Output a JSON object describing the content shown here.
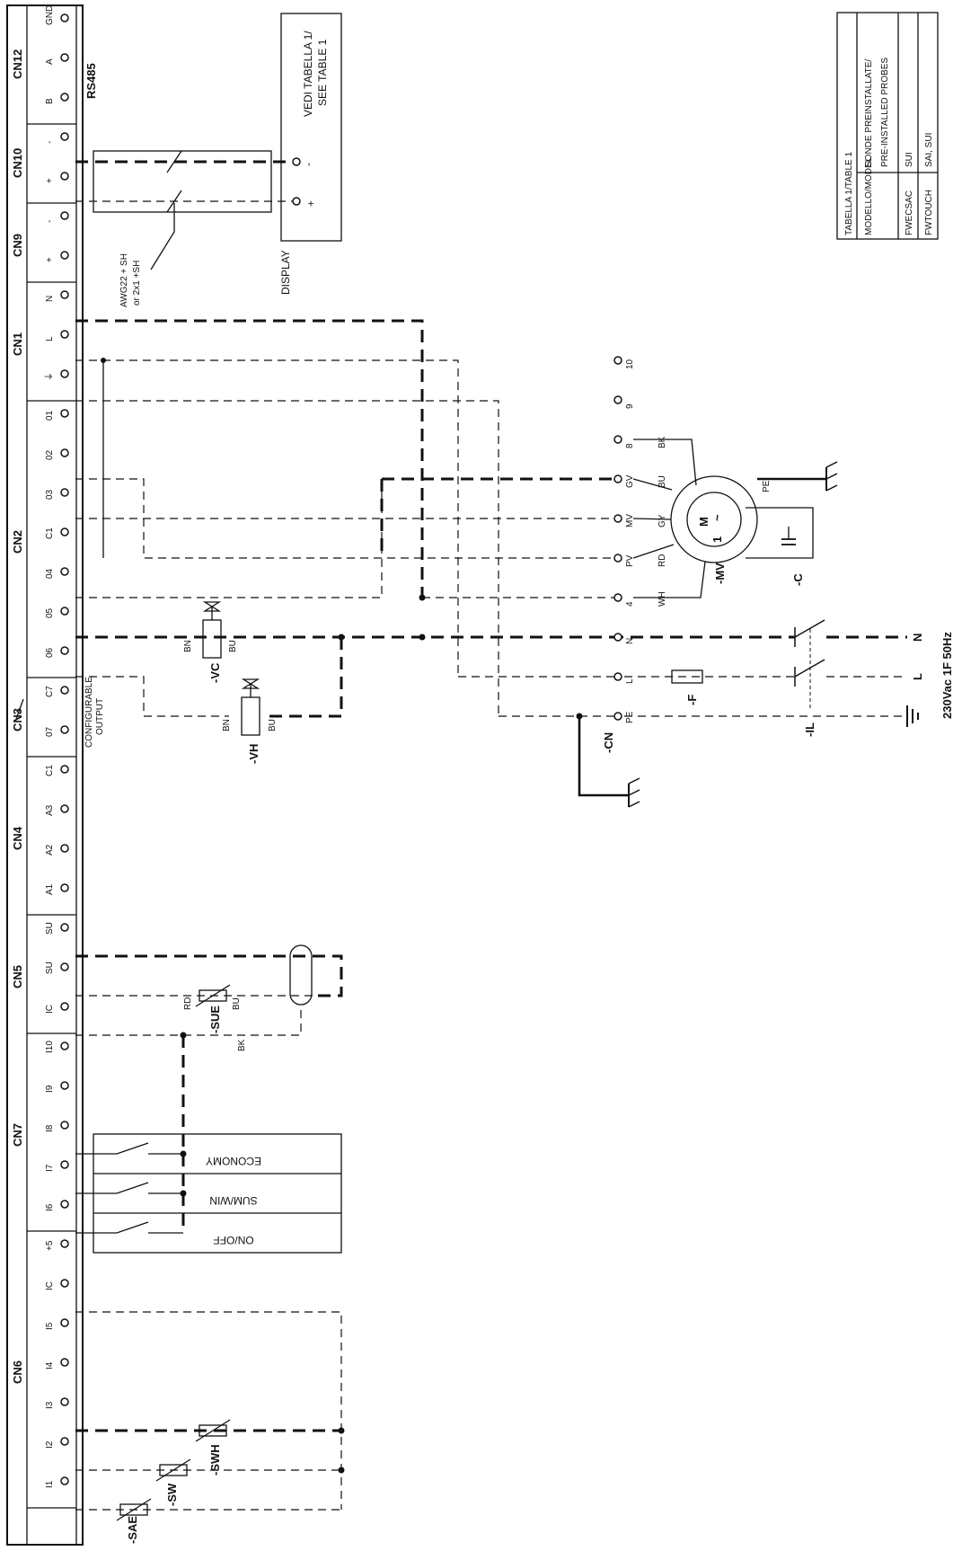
{
  "connectors": [
    {
      "id": "CN12",
      "pins": [
        "GND",
        "A",
        "B"
      ]
    },
    {
      "id": "CN10",
      "pins": [
        "-",
        "+"
      ]
    },
    {
      "id": "CN9",
      "pins": [
        "-",
        "+"
      ]
    },
    {
      "id": "CN1",
      "pins": [
        "N",
        "L",
        "⏚"
      ]
    },
    {
      "id": "CN2",
      "pins": [
        "01",
        "02",
        "03",
        "C1",
        "04",
        "05",
        "06"
      ]
    },
    {
      "id": "CN3",
      "pins": [
        "C7",
        "07"
      ]
    },
    {
      "id": "CN4",
      "pins": [
        "C1",
        "A3",
        "A2",
        "A1"
      ]
    },
    {
      "id": "CN5",
      "pins": [
        "SU",
        "SU",
        "IC"
      ]
    },
    {
      "id": "CN7",
      "pins": [
        "I10",
        "I9",
        "I8",
        "I7",
        "I6"
      ]
    },
    {
      "id": "CN6",
      "pins": [
        "+5",
        "IC",
        "I5",
        "I4",
        "I3",
        "I2",
        "I1"
      ]
    }
  ],
  "labels": {
    "rs485": "RS485",
    "vedi_line1": "VEDI TABELLA 1/",
    "vedi_line2": "SEE TABLE 1",
    "display": "DISPLAY",
    "awg_line1": "AWG22 + SH",
    "awg_line2": "or 2x1 +SH",
    "configurable_line1": "CONFIGURABLE",
    "configurable_line2": "OUTPUT",
    "supply": "230Vac 1F 50Hz",
    "economy": "ECONOMY",
    "sumwin": "SUM/WIN",
    "onoff": "ON/OFF",
    "motor_m": "M",
    "motor_1": "1",
    "motor_tilde": "~",
    "comp_mv": "-MV",
    "comp_c": "-C",
    "comp_cn": "-CN",
    "comp_f": "-F",
    "comp_il": "-IL",
    "comp_vc": "-VC",
    "comp_vh": "-VH",
    "comp_sue": "-SUE",
    "comp_sae": "-SAE",
    "comp_sw": "-SW",
    "comp_swh": "-SWH",
    "pe": "PE",
    "bn": "BN",
    "bu": "BU",
    "rd": "RD",
    "bk": "BK"
  },
  "motor_terminals": [
    {
      "num": "10",
      "code": "",
      "color": ""
    },
    {
      "num": "9",
      "code": "",
      "color": ""
    },
    {
      "num": "8",
      "code": "",
      "color": "BK"
    },
    {
      "num": "",
      "code": "GV",
      "color": "BU"
    },
    {
      "num": "",
      "code": "MV",
      "color": "GY"
    },
    {
      "num": "",
      "code": "PV",
      "color": "RD"
    },
    {
      "num": "4",
      "code": "",
      "color": "WH"
    }
  ],
  "supply_terminals": [
    "N",
    "L",
    "PE"
  ],
  "supply_lines": [
    "N",
    "L"
  ],
  "table": {
    "title": "TABELLA 1/TABLE 1",
    "header": [
      "MODELLO/MODEL",
      "SONDE PREINSTALLATE/ PRE-INSTALLED PROBES"
    ],
    "rows": [
      [
        "FWECSAC",
        "SUI"
      ],
      [
        "FWTOUCH",
        "SAI, SUI"
      ]
    ]
  }
}
